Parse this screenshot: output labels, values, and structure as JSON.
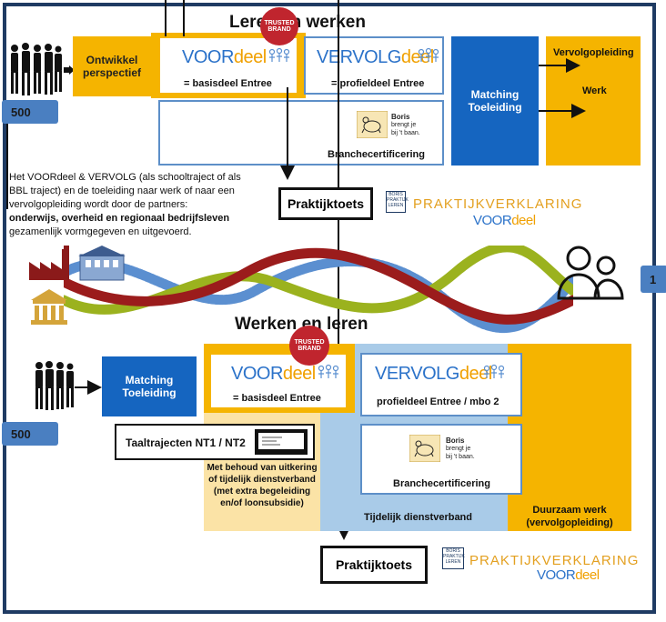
{
  "top": {
    "title": "Leren en werken",
    "ontwikkel": "Ontwikkel perspectief",
    "voordeel_logo_a": "VOOR",
    "voordeel_logo_b": "deel",
    "voordeel_sub": "= basisdeel Entree",
    "vervolg_logo_a": "VERVOLG",
    "vervolg_logo_b": "deel",
    "vervolg_sub": "= profieldeel Entree",
    "matching": "Matching Toeleiding",
    "out1": "Vervolgopleiding",
    "out2": "Werk",
    "branche": "Branchecertificering",
    "boris_line1": "Boris",
    "boris_line2": "brengt je",
    "boris_line3": "bij 't baan.",
    "tag": "500",
    "stamp": "TRUSTED BRAND"
  },
  "description": {
    "line1": "Het VOORdeel & VERVOLG  (als schooltraject  of als",
    "line2": "BBL traject) en de toeleiding  naar werk of naar een",
    "line3": "vervolgopleiding wordt door de partners:",
    "line4": "onderwijs, overheid en regionaal bedrijfsleven",
    "line5": "gezamenlijk vormgegeven en uitgevoerd."
  },
  "mid": {
    "praktijktoets": "Praktijktoets",
    "pv_label": "PRAKTIJKVERKLARING",
    "pv_voor": "VOOR",
    "pv_deel": "deel",
    "boris_small": "BORIS PRAKTIJK LEREN",
    "tag_right": "1"
  },
  "bottom": {
    "title": "Werken en leren",
    "matching": "Matching Toeleiding",
    "voordeel_logo_a": "VOOR",
    "voordeel_logo_b": "deel",
    "voordeel_sub": "= basisdeel Entree",
    "vervolg_logo_a": "VERVOLG",
    "vervolg_logo_b": "deel",
    "vervolg_sub": "profieldeel Entree / mbo 2",
    "taal": "Taaltrajecten NT1 / NT2",
    "behoud": "Met behoud van uitkering of tijdelijk dienstverband (met extra begeleiding en/of loonsubsidie)",
    "branche": "Branchecertificering",
    "tijdelijk": "Tijdelijk dienstverband",
    "duurzaam": "Duurzaam werk (vervolgopleiding)",
    "tag": "500",
    "praktijktoets": "Praktijktoets",
    "pv_label": "PRAKTIJKVERKLARING",
    "pv_voor": "VOOR",
    "pv_deel": "deel",
    "boris_small": "BORIS PRAKTIJK LEREN",
    "boris_line1": "Boris",
    "boris_line2": "brengt je",
    "boris_line3": "bij 't baan.",
    "stamp": "TRUSTED BRAND"
  },
  "colors": {
    "orange": "#f5b400",
    "blue": "#1565c0",
    "light_blue": "#a9cbe8",
    "cream": "#fbe3a6",
    "wave_red": "#9b1c1c",
    "wave_green": "#9bb21e",
    "wave_blue": "#5b8fd0"
  }
}
